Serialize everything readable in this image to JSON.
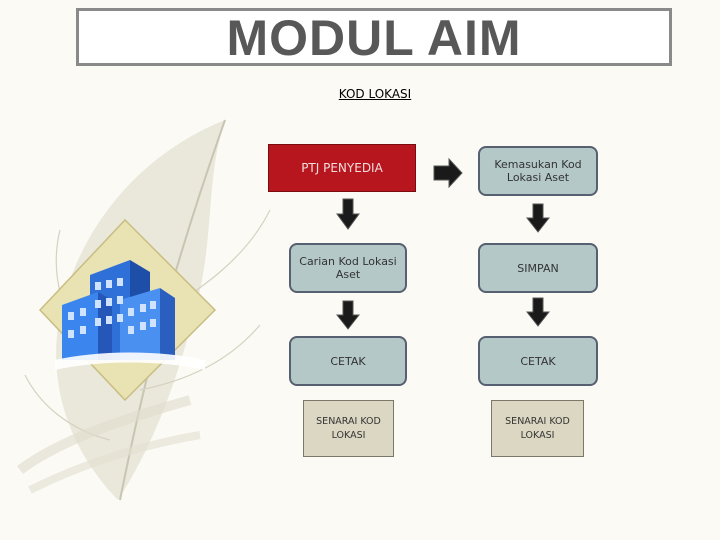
{
  "header": {
    "title": "MODUL AIM"
  },
  "subtitle": "KOD LOKASI",
  "flow": {
    "left": {
      "start": "PTJ PENYEDIA",
      "step2": "Carian Kod Lokasi Aset",
      "step3": "CETAK",
      "output": "SENARAI KOD LOKASI"
    },
    "right": {
      "start": "Kemasukan Kod Lokasi Aset",
      "step2": "SIMPAN",
      "step3": "CETAK",
      "output": "SENARAI KOD LOKASI"
    }
  },
  "colors": {
    "start_box": "#b8161e",
    "step_box": "#b4c8c8",
    "output_box": "#dcd7c3",
    "arrow": "#1a1a1a",
    "title_text": "#585858"
  },
  "icons": [
    "feather-decoration",
    "building-icon",
    "arrow-right-icon",
    "arrow-down-icon"
  ]
}
